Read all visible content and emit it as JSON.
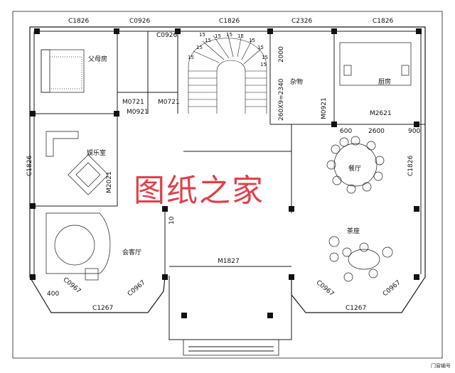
{
  "rooms": {
    "parents_bedroom": "父母房",
    "entertainment_room": "娱乐室",
    "living_room": "会客厅",
    "storage": "杂物",
    "kitchen": "厨房",
    "dining_room": "餐厅",
    "tea_area": "茶座"
  },
  "windows": {
    "top_left": "C1826",
    "top_second": "C0926",
    "top_wc": "C0926",
    "top_stair": "C1826",
    "top_storage": "C2326",
    "top_kitchen": "C1826",
    "left_side": "C1826",
    "right_side": "C1826",
    "bay_left_diag": "C0967",
    "bay_left_diag2": "C0967",
    "bay_left_front": "C1267",
    "bay_right_diag": "C0967",
    "bay_right_diag2": "C0967",
    "bay_right_front": "C1267"
  },
  "doors": {
    "m0721_a": "M0721",
    "m0721_b": "M0721",
    "m0921_a": "M0921",
    "m0921_b": "M0921",
    "m2021": "M2021",
    "m2621": "M2621",
    "m1827": "M1827"
  },
  "dimensions": {
    "stair_h": "2000",
    "stair_run": "260X9=2340",
    "dining_a": "600",
    "dining_b": "2600",
    "dining_c": "900",
    "left_small": "400",
    "corridor": "10",
    "step_labels": [
      "15",
      "15",
      "15",
      "15",
      "15",
      "15",
      "15",
      "15",
      "15",
      "15",
      "15"
    ]
  },
  "watermark": "图纸之家",
  "legend_note": "门窗编号",
  "colors": {
    "line": "#1a1a1a",
    "watermark": "#e0303a",
    "column": "#111111"
  }
}
